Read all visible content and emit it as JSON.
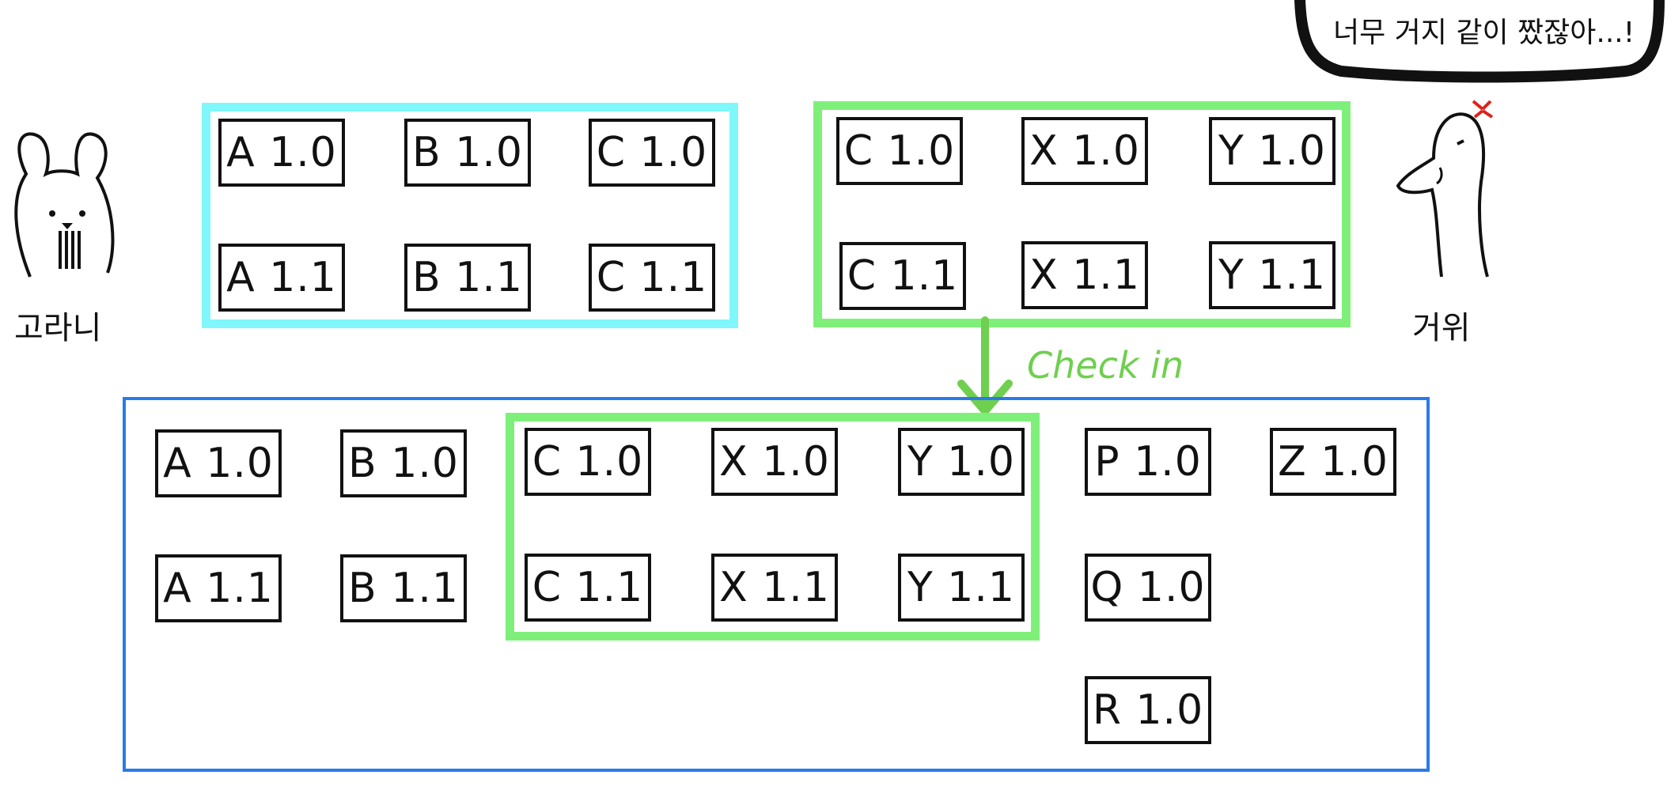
{
  "characters": {
    "left_name": "고라니",
    "right_name": "거위",
    "speech": "너무 거지 같이 짰잖아...!"
  },
  "left_group": [
    "A 1.0",
    "B 1.0",
    "C 1.0",
    "A 1.1",
    "B 1.1",
    "C 1.1"
  ],
  "right_group": [
    "C 1.0",
    "X 1.0",
    "Y 1.0",
    "C 1.1",
    "X 1.1",
    "Y 1.1"
  ],
  "arrow_label": "Check in",
  "repository": {
    "col1": [
      "A 1.0",
      "A 1.1"
    ],
    "col2": [
      "B 1.0",
      "B 1.1"
    ],
    "checked_in": [
      "C 1.0",
      "X 1.0",
      "Y 1.0",
      "C 1.1",
      "X 1.1",
      "Y 1.1"
    ],
    "col_pqr": [
      "P 1.0",
      "Q 1.0",
      "R 1.0"
    ],
    "col_z": [
      "Z 1.0"
    ]
  },
  "colors": {
    "left_frame": "#7ff7fb",
    "right_frame": "#7ef07a",
    "repository_frame": "#2a7be8",
    "check_in": "#6fcf4f",
    "anger_mark": "#e0221a"
  }
}
